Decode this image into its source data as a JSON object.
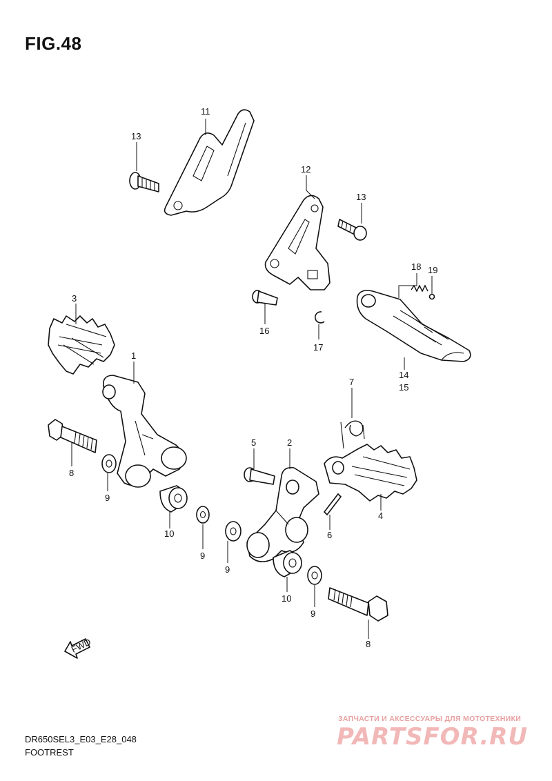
{
  "figure": {
    "title": "FIG.48"
  },
  "fwd_arrow": {
    "label": "FWD"
  },
  "callouts": {
    "c1": "1",
    "c2": "2",
    "c3": "3",
    "c4": "4",
    "c5": "5",
    "c6": "6",
    "c7": "7",
    "c8a": "8",
    "c8b": "8",
    "c9a": "9",
    "c9b": "9",
    "c9c": "9",
    "c9d": "9",
    "c10a": "10",
    "c10b": "10",
    "c11": "11",
    "c12": "12",
    "c13a": "13",
    "c13b": "13",
    "c14": "14",
    "c15": "15",
    "c16": "16",
    "c17": "17",
    "c18": "18",
    "c19": "19"
  },
  "footer": {
    "model_code": "DR650SEL3_E03_E28_048",
    "caption": "FOOTREST"
  },
  "watermark": {
    "tagline": "ЗАПЧАСТИ И АКСЕССУАРЫ ДЛЯ МОТОТЕХНИКИ",
    "logo": "PARTSFOR.RU"
  }
}
